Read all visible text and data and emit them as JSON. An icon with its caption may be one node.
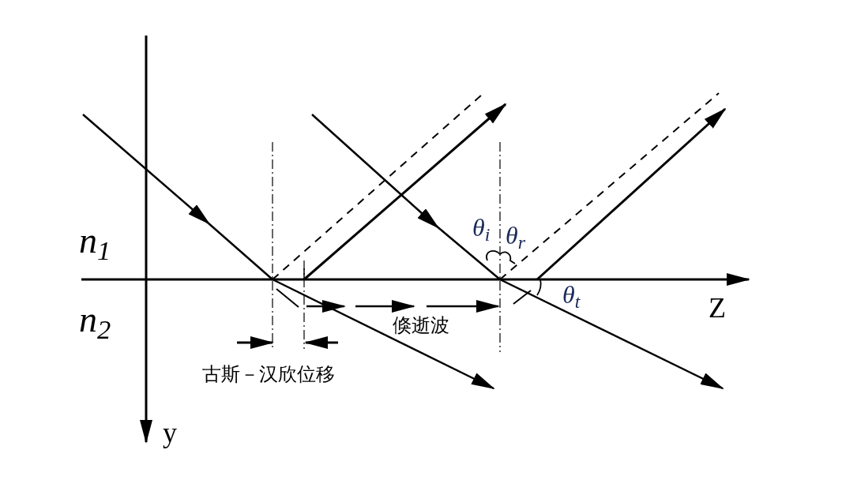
{
  "diagram": {
    "labels": [
      "n$_{1}$",
      "n$_{2}$",
      "θ$_{i}$",
      "θ$_{r}$",
      "θ$_{t}$",
      "Z",
      "y",
      "倏逝波",
      "古斯－汉欣位移"
    ]
  }
}
